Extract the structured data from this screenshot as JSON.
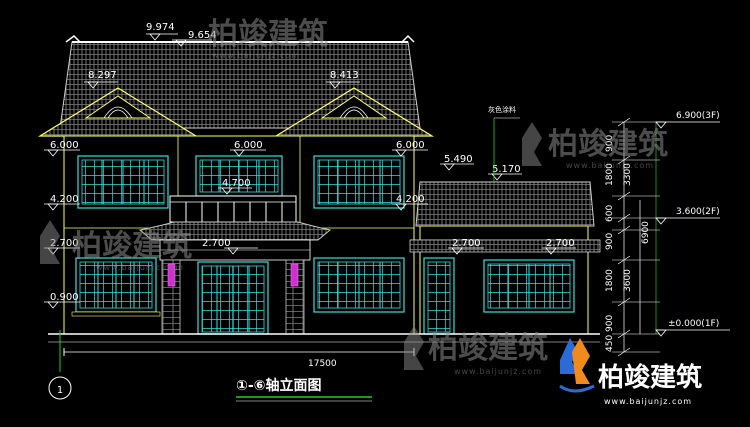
{
  "drawing": {
    "title": "①-⑥轴立面图",
    "axis_label": "1",
    "total_width": "17500",
    "annotation_paint": "灰色涂料"
  },
  "levels": {
    "ridge_top": "9.974",
    "ridge_main": "9.654",
    "gable_left": "8.297",
    "gable_right": "8.413",
    "eave_left": "6.000",
    "eave_center": "6.000",
    "eave_right": "6.000",
    "side_roof_top": "5.490",
    "side_roof_eave": "5.170",
    "balcony": "4.700",
    "sill_left_2f": "4.200",
    "sill_right_2f": "4.200",
    "head_left_1f": "2.700",
    "head_center_1f": "2.700",
    "head_side_1": "2.700",
    "head_side_2": "2.700",
    "sill_left_1f": "0.900",
    "level_3f": "6.900(3F)",
    "level_2f": "3.600(2F)",
    "level_1f": "±0.000(1F)"
  },
  "dimensions": {
    "right_chain": [
      "900",
      "1800",
      "3300",
      "600",
      "900",
      "1800",
      "3600",
      "900",
      "450"
    ],
    "right_total": "6900"
  },
  "watermark": {
    "brand": "柏竣建筑",
    "url": "www.baijunjz.com"
  },
  "colors": {
    "background": "#000000",
    "roof": "#c8c8c8",
    "wall": "#ffff66",
    "window": "#33e0e0",
    "dimension": "#ffffff",
    "accent": "#cc33cc",
    "axis": "#22cc22"
  }
}
